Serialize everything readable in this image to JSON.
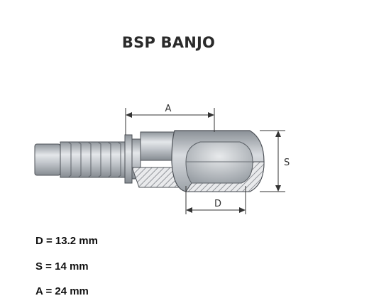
{
  "title": "BSP BANJO",
  "dimension_labels": {
    "a": "A",
    "s": "S",
    "d": "D"
  },
  "specs": [
    {
      "text": "D = 13.2 mm"
    },
    {
      "text": "S = 14 mm"
    },
    {
      "text": "A = 24 mm"
    }
  ],
  "colors": {
    "metal_light": "#d6d9dd",
    "metal_mid": "#a9aeb4",
    "metal_dark": "#7d838a",
    "outline": "#4d5157",
    "hatch": "#8a8e93",
    "dim_line": "#333333"
  }
}
